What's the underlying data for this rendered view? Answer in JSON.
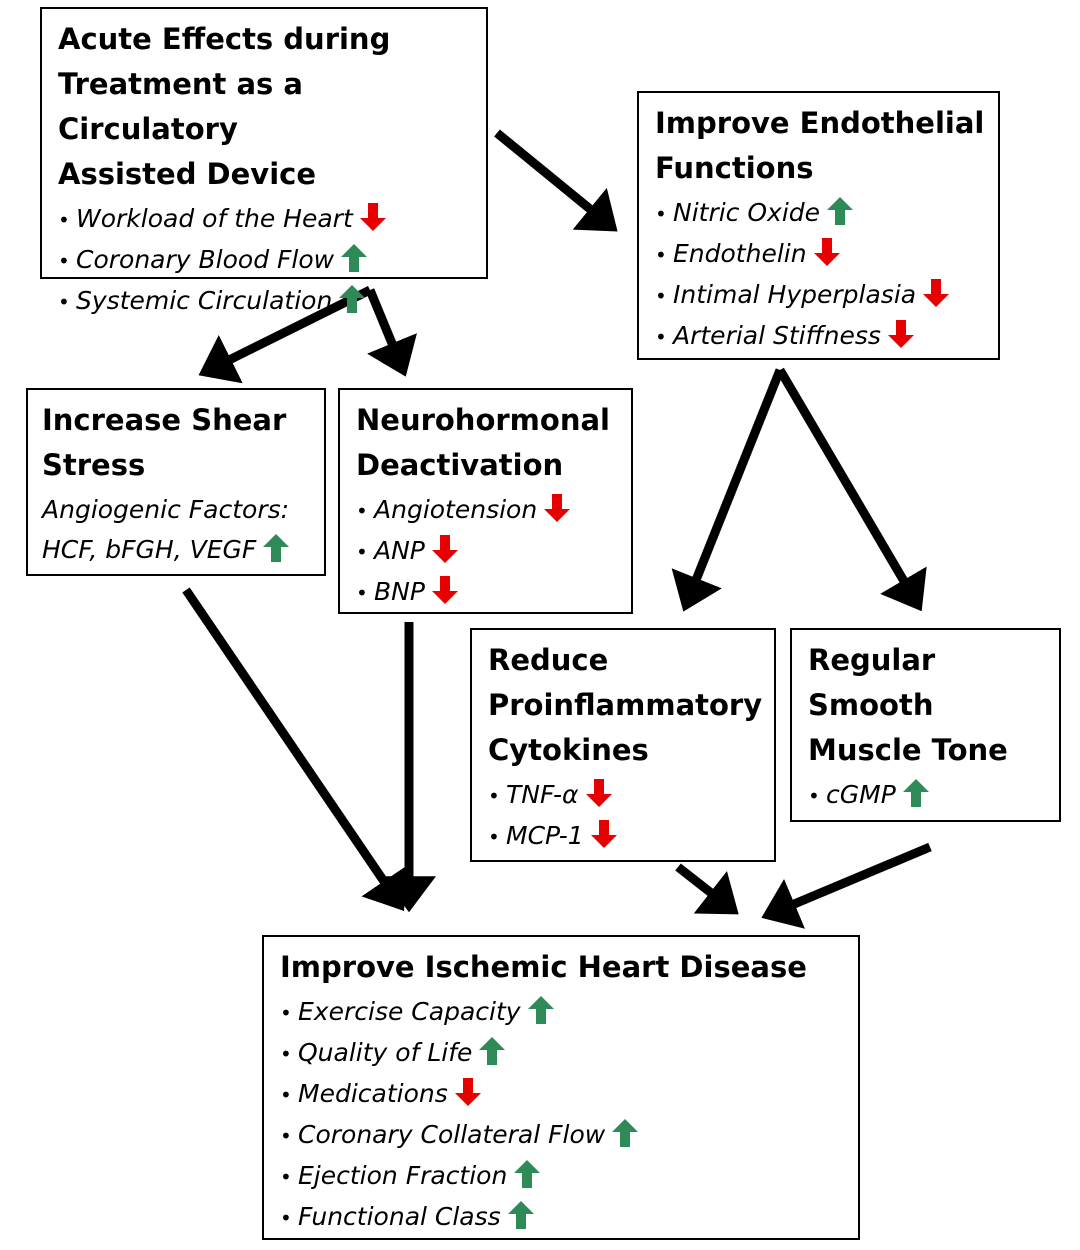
{
  "colors": {
    "up": "#2e8b57",
    "down": "#e60000"
  },
  "boxes": {
    "acute": {
      "title": "Acute Effects during\nTreatment as a Circulatory\nAssisted Device",
      "items": [
        {
          "text": "Workload of the Heart",
          "dir": "down"
        },
        {
          "text": "Coronary Blood Flow",
          "dir": "up"
        },
        {
          "text": "Systemic Circulation",
          "dir": "up"
        }
      ]
    },
    "endothelial": {
      "title": "Improve Endothelial\nFunctions",
      "items": [
        {
          "text": "Nitric Oxide",
          "dir": "up"
        },
        {
          "text": "Endothelin",
          "dir": "down"
        },
        {
          "text": "Intimal Hyperplasia",
          "dir": "down"
        },
        {
          "text": "Arterial Stiffness",
          "dir": "down"
        }
      ]
    },
    "shear": {
      "title": "Increase Shear\nStress",
      "line1": "Angiogenic Factors:",
      "line2": "HCF, bFGH, VEGF",
      "line2_dir": "up"
    },
    "neuro": {
      "title": "Neurohormonal\nDeactivation",
      "items": [
        {
          "text": "Angiotension",
          "dir": "down"
        },
        {
          "text": "ANP",
          "dir": "down"
        },
        {
          "text": "BNP",
          "dir": "down"
        }
      ]
    },
    "cytokines": {
      "title": "Reduce\nProinflammatory\nCytokines",
      "items": [
        {
          "text": "TNF-α",
          "dir": "down"
        },
        {
          "text": "MCP-1",
          "dir": "down"
        }
      ]
    },
    "smooth": {
      "title": "Regular\nSmooth\nMuscle Tone",
      "items": [
        {
          "text": "cGMP",
          "dir": "up"
        }
      ]
    },
    "ischemic": {
      "title": "Improve Ischemic Heart Disease",
      "items": [
        {
          "text": "Exercise Capacity",
          "dir": "up"
        },
        {
          "text": "Quality of Life",
          "dir": "up"
        },
        {
          "text": "Medications",
          "dir": "down"
        },
        {
          "text": "Coronary Collateral Flow",
          "dir": "up"
        },
        {
          "text": "Ejection Fraction",
          "dir": "up"
        },
        {
          "text": "Functional Class",
          "dir": "up"
        }
      ]
    }
  }
}
